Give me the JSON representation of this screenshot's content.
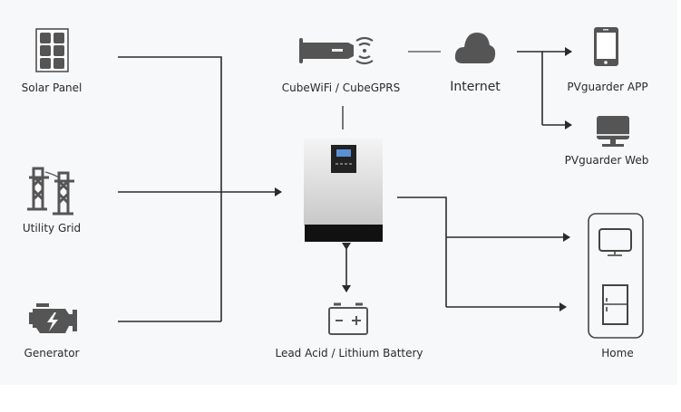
{
  "nodes": {
    "solar": {
      "label": "Solar Panel",
      "icon": "solar-panel-icon"
    },
    "grid": {
      "label": "Utility Grid",
      "icon": "power-tower-icon"
    },
    "generator": {
      "label": "Generator",
      "icon": "engine-icon"
    },
    "cube": {
      "label": "CubeWiFi / CubeGPRS",
      "icon": "wifi-dongle-icon"
    },
    "internet": {
      "label": "Internet",
      "icon": "cloud-icon"
    },
    "app": {
      "label": "PVguarder APP",
      "icon": "smartphone-icon"
    },
    "web": {
      "label": "PVguarder Web",
      "icon": "monitor-icon"
    },
    "battery": {
      "label": "Lead Acid / Lithium Battery",
      "icon": "battery-icon"
    },
    "home": {
      "label": "Home",
      "icon": "house-appliances-icon"
    },
    "inverter": {
      "icon": "inverter-icon"
    }
  },
  "colors": {
    "line": "#2b2b2b",
    "icon": "#555555",
    "background": "#f7f8f9"
  }
}
